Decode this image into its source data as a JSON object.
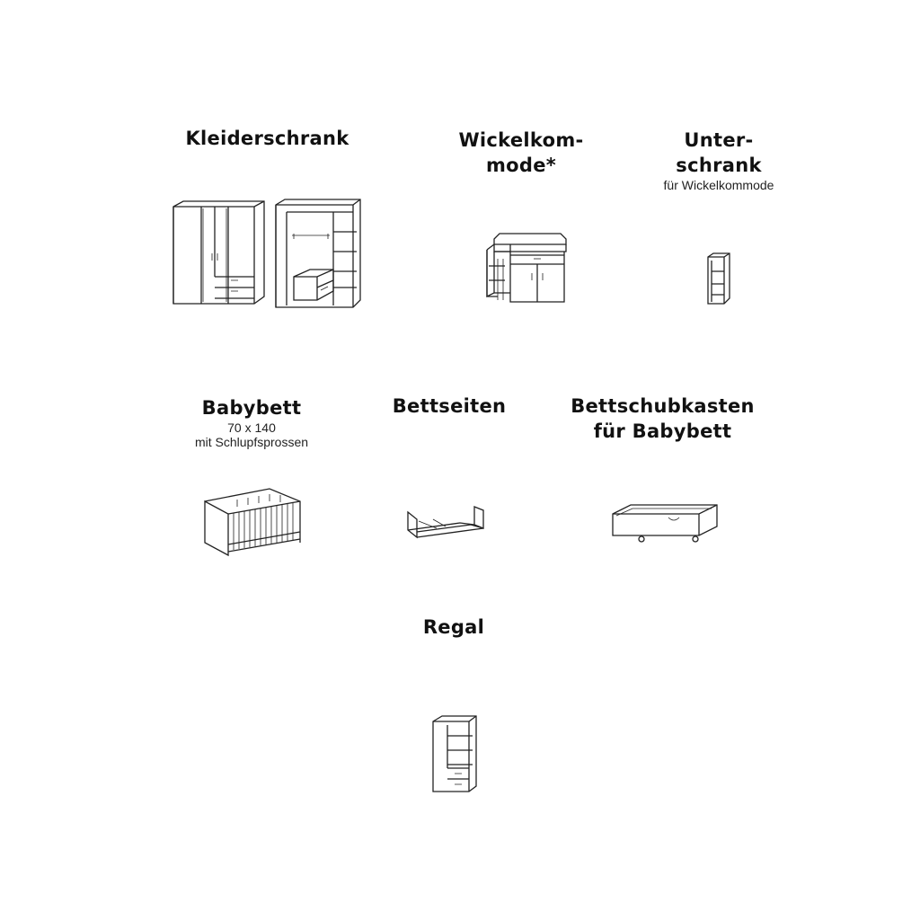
{
  "items": {
    "kleiderschrank": {
      "title": "Kleiderschrank"
    },
    "wickelkommode": {
      "title": "Wickelkom-\nmode*"
    },
    "unterschrank": {
      "title": "Unter-\nschrank",
      "subtitle": "für Wickelkommode"
    },
    "babybett": {
      "title": "Babybett",
      "size": "70 x 140",
      "subtitle": "mit Schlupfsprossen"
    },
    "bettseiten": {
      "title": "Bettseiten"
    },
    "bettschubkasten": {
      "title": "Bettschubkasten\nfür Babybett"
    },
    "regal": {
      "title": "Regal"
    }
  }
}
